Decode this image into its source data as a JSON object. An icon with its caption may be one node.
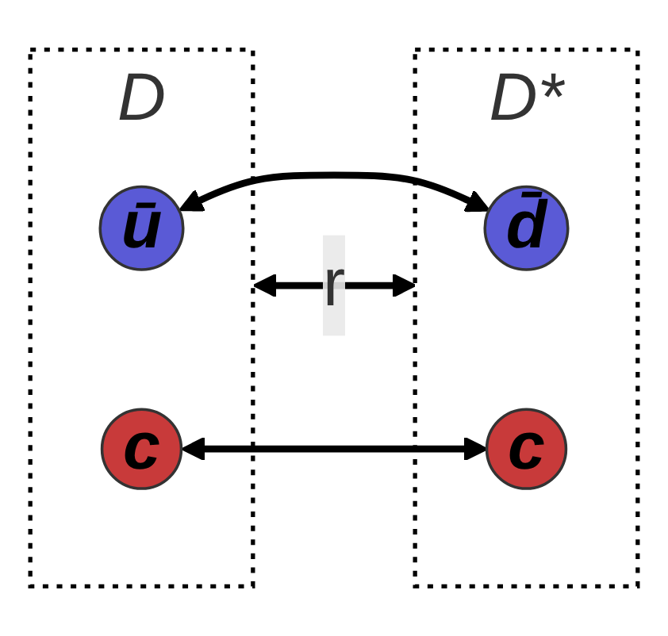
{
  "diagram": {
    "nodes": [
      {
        "text": [
          "D"
        ]
      },
      {
        "text": [
          "ū"
        ],
        "in": 0
      },
      {
        "text": [
          "c"
        ],
        "in": 0
      },
      {
        "text": [
          "D*"
        ]
      },
      {
        "text": [
          "d̄"
        ],
        "in": 3
      },
      {
        "text": [
          "c"
        ],
        "in": 3
      }
    ],
    "edges": [
      {
        "from": 1,
        "to": 4,
        "arrow": "both"
      },
      {
        "from": 2,
        "to": 5,
        "arrow": "both"
      },
      {
        "from": 0,
        "to": 3,
        "arrow": "both",
        "label": "r"
      }
    ]
  }
}
